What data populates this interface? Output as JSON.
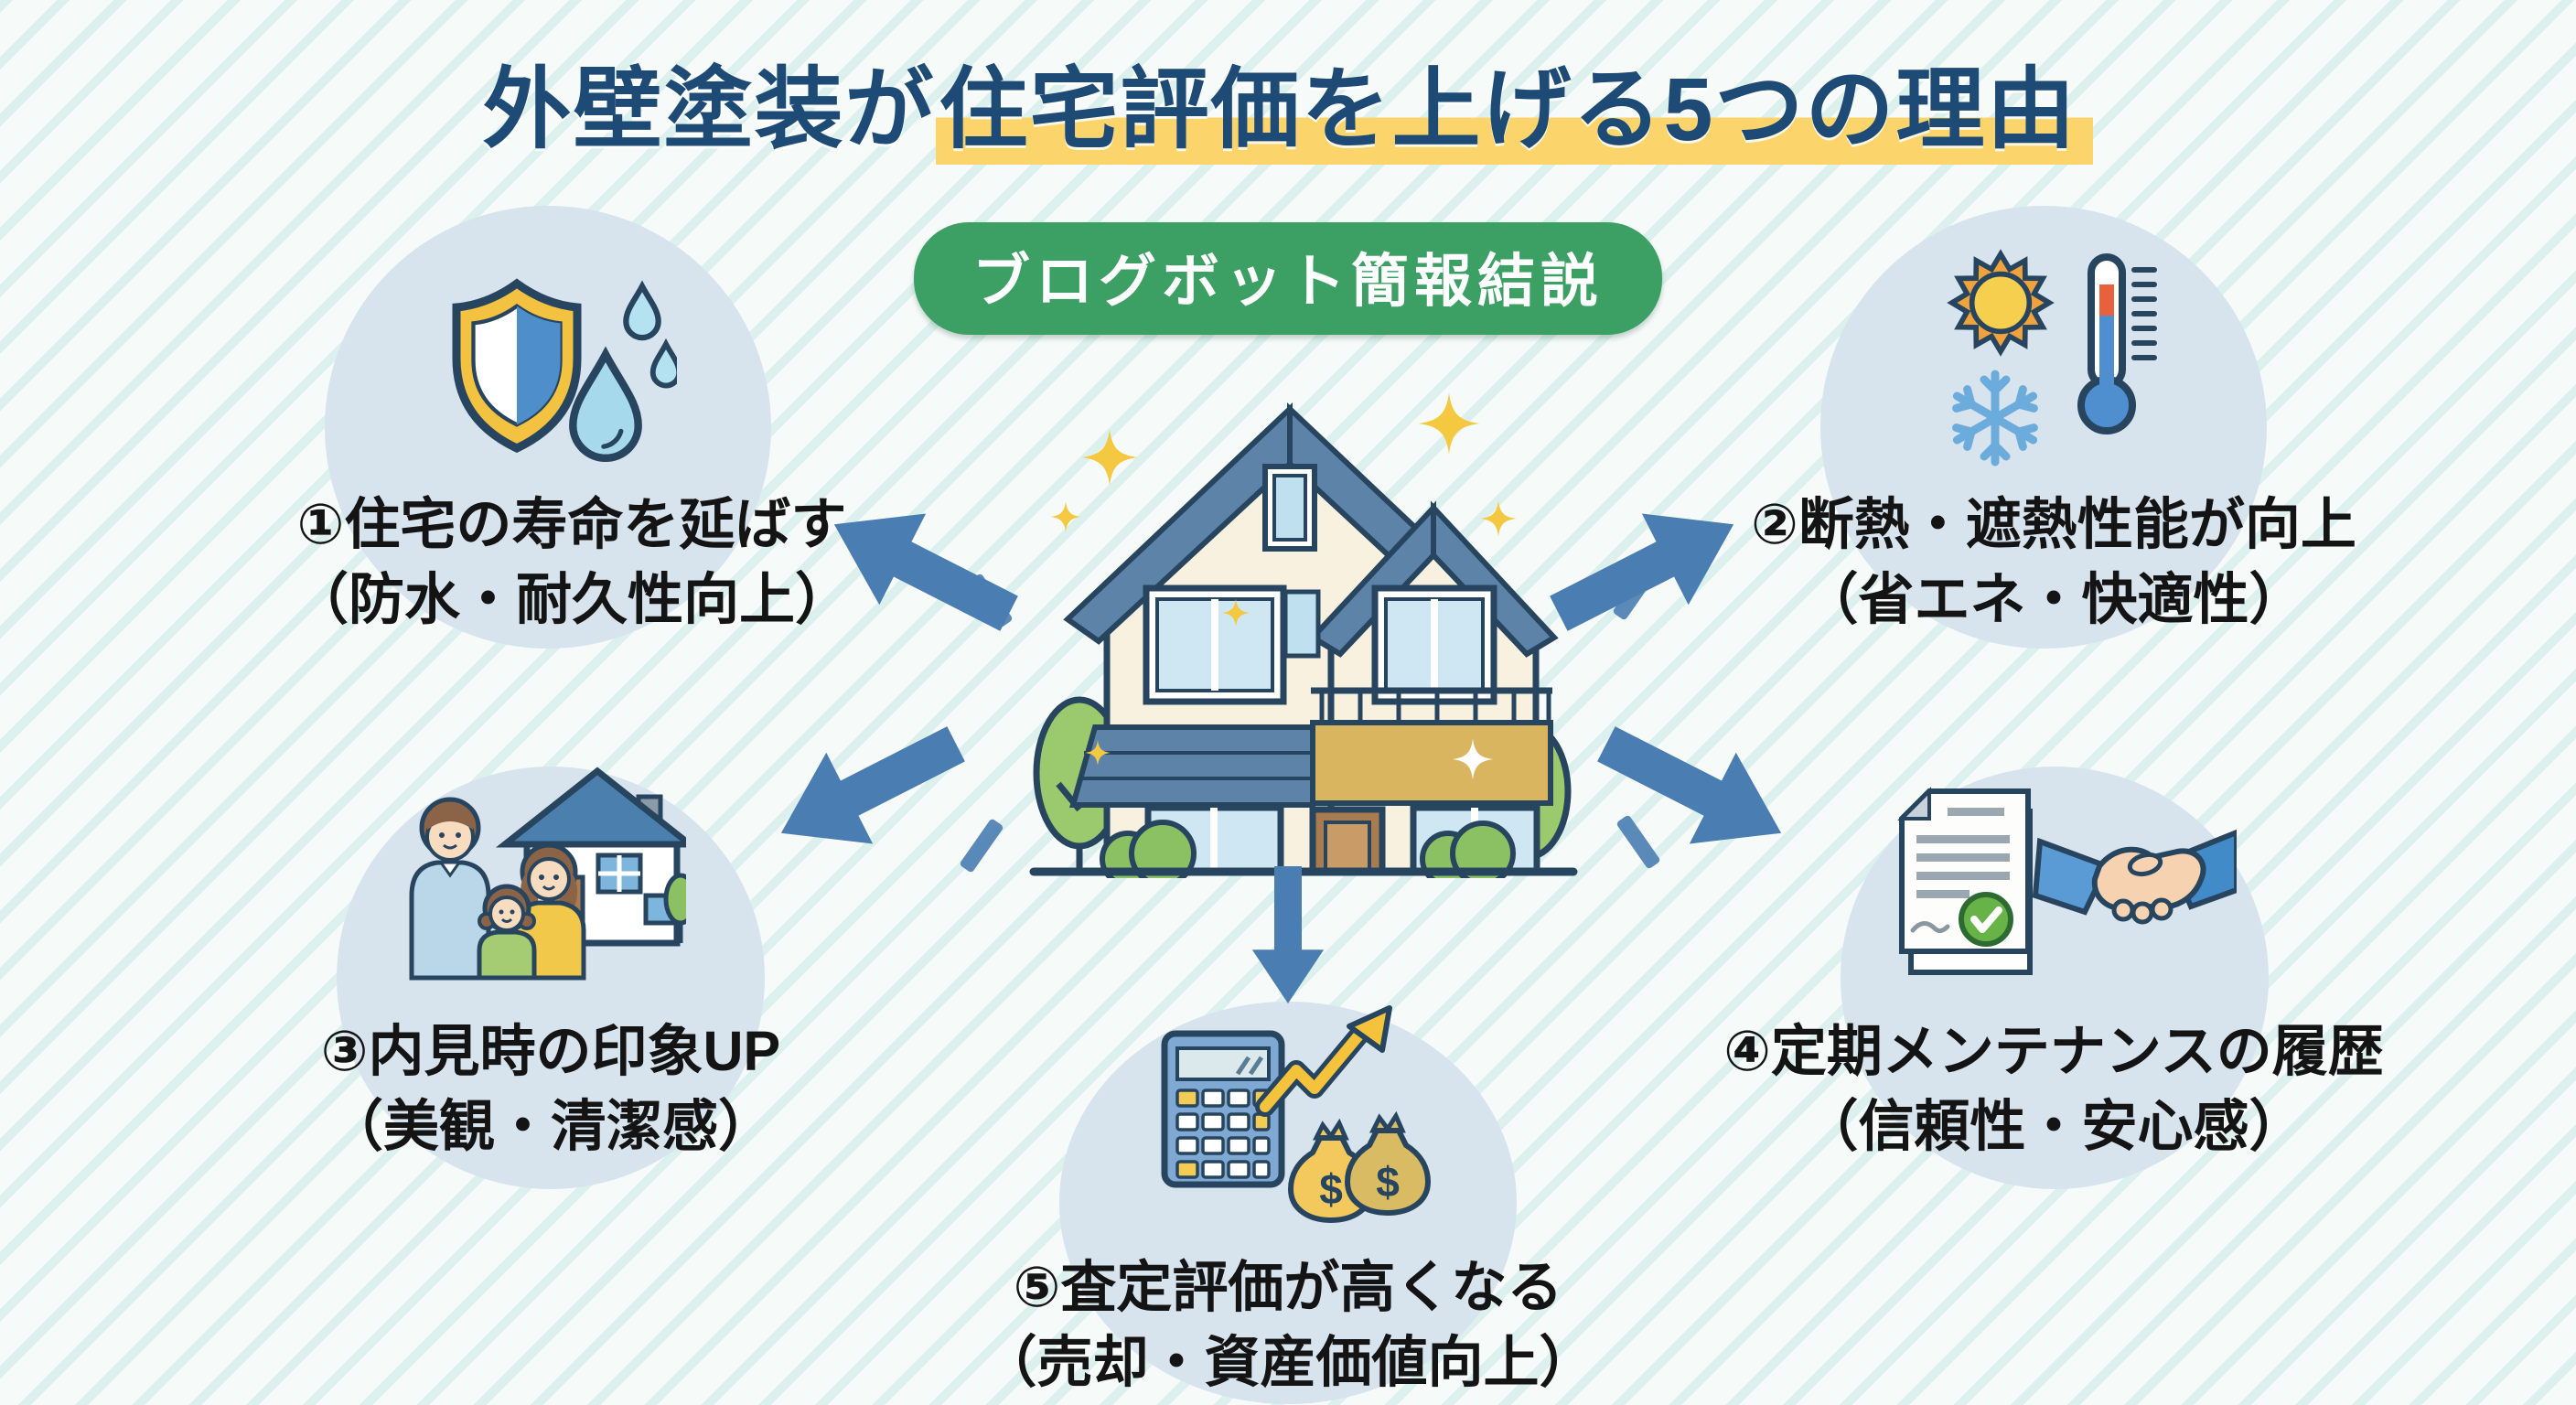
{
  "title": {
    "plain": "外壁塗装が",
    "highlighted": "住宅評価を上げる5つの理由",
    "full": "外壁塗装が住宅評価を上げる5つの理由"
  },
  "badge": {
    "label": "ブログボット簡報結説"
  },
  "center": {
    "icon": "sparkling-house-icon"
  },
  "items": [
    {
      "number": "①",
      "title": "①住宅の寿命を延ばす",
      "subtitle": "（防水・耐久性向上）",
      "icon": "shield-waterdrops-icon",
      "position": "top-left"
    },
    {
      "number": "②",
      "title": "②断熱・遮熱性能が向上",
      "subtitle": "（省エネ・快適性）",
      "icon": "sun-snowflake-thermometer-icon",
      "position": "top-right"
    },
    {
      "number": "③",
      "title": "③内見時の印象UP",
      "subtitle": "（美観・清潔感）",
      "icon": "family-house-icon",
      "position": "middle-left"
    },
    {
      "number": "④",
      "title": "④定期メンテナンスの履歴",
      "subtitle": "（信頼性・安心感）",
      "icon": "document-handshake-icon",
      "position": "middle-right"
    },
    {
      "number": "⑤",
      "title": "⑤査定評価が高くなる",
      "subtitle": "（売却・資産価値向上）",
      "icon": "calculator-moneybags-icon",
      "position": "bottom-center"
    }
  ],
  "colors": {
    "background": "#f6fbfa",
    "title_text": "#1e4a76",
    "title_highlight": "#fbd56b",
    "badge_bg": "#3c9f63",
    "badge_text": "#ffffff",
    "arrow_blue": "#4a7db1",
    "circle_bg": "#d7e3ed",
    "body_text": "#141414",
    "outline_navy": "#27455e",
    "roof_blue": "#5d84a8",
    "wall_cream": "#f8f1df",
    "balcony_tan": "#d9b55f",
    "sparkle_yellow": "#f5c842"
  }
}
